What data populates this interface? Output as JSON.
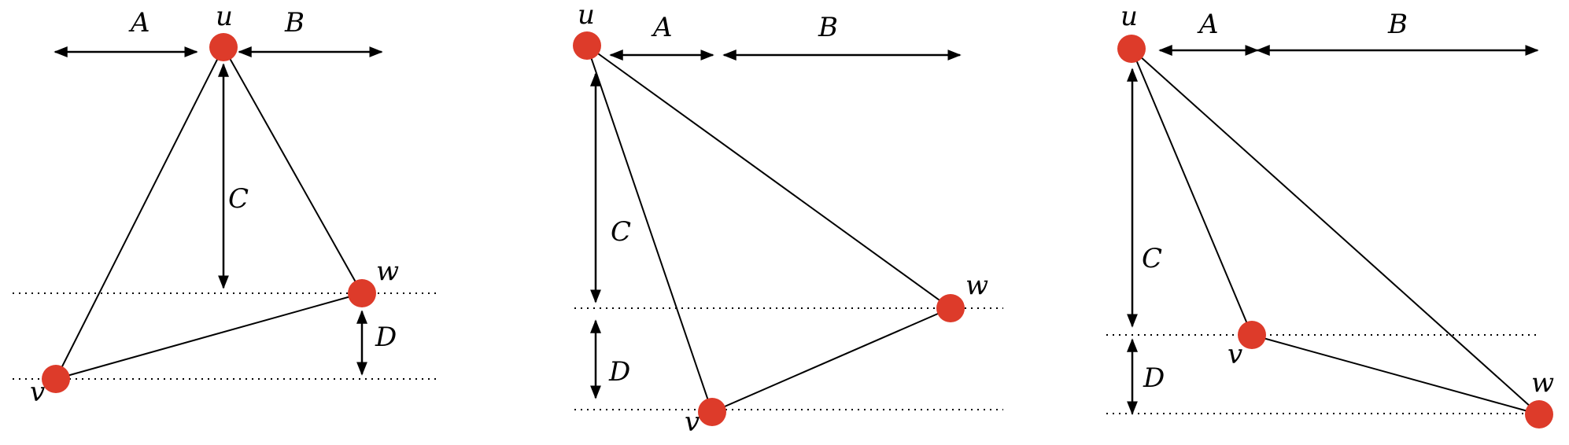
{
  "colors": {
    "node": "#dd3b2a",
    "line": "#000000",
    "background": "#ffffff"
  },
  "panels": [
    {
      "vertices": {
        "u": "u",
        "v": "v",
        "w": "w"
      },
      "measures": {
        "A": "A",
        "B": "B",
        "C": "C",
        "D": "D"
      }
    },
    {
      "vertices": {
        "u": "u",
        "v": "v",
        "w": "w"
      },
      "measures": {
        "A": "A",
        "B": "B",
        "C": "C",
        "D": "D"
      }
    },
    {
      "vertices": {
        "u": "u",
        "v": "v",
        "w": "w"
      },
      "measures": {
        "A": "A",
        "B": "B",
        "C": "C",
        "D": "D"
      }
    }
  ]
}
